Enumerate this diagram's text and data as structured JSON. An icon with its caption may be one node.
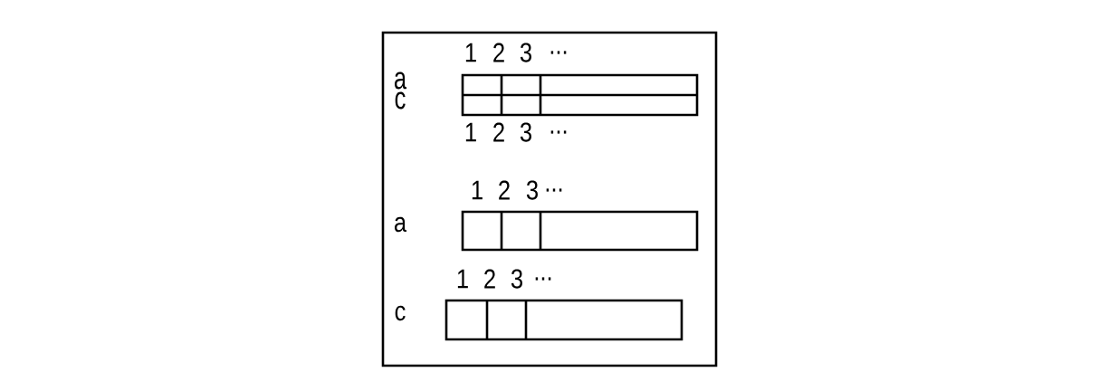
{
  "diagram": {
    "labels": [
      "1",
      "2",
      "3",
      "...",
      "a",
      "c",
      "1",
      "2",
      "3",
      "...",
      "1",
      "2",
      "3",
      "...",
      "a",
      "1",
      "2",
      "3",
      "...",
      "c"
    ]
  }
}
